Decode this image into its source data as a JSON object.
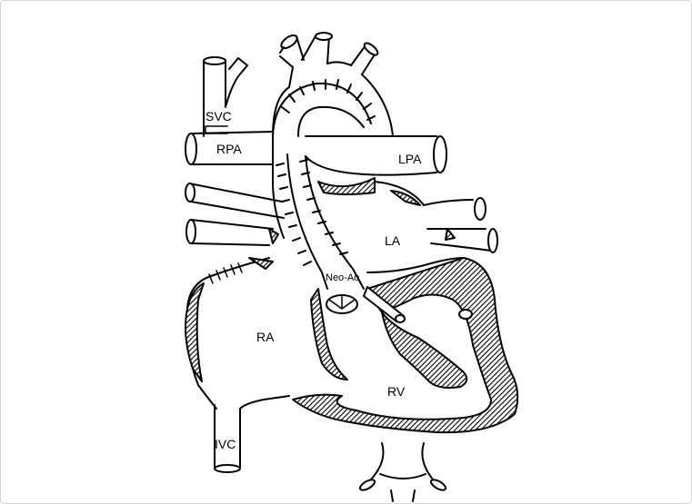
{
  "diagram": {
    "labels": {
      "svc": "SVC",
      "rpa": "RPA",
      "lpa": "LPA",
      "la": "LA",
      "neo_ao": "Neo-Ao",
      "ra": "RA",
      "rv": "RV",
      "ivc": "IVC"
    }
  },
  "colors": {
    "stroke": "#000000",
    "hatch": "#000000",
    "background": "#ffffff",
    "frame_border": "#d7d7d7"
  }
}
